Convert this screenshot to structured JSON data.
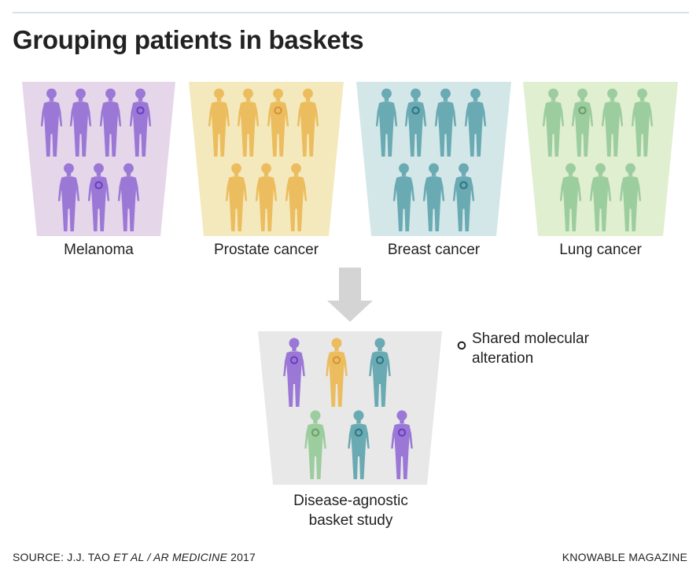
{
  "title": "Grouping patients in baskets",
  "baskets": [
    {
      "label": "Melanoma",
      "fill": "#e5d6ea",
      "person_color": "#9b78d6",
      "marker_color": "#6a3fc2",
      "top_row": 4,
      "bottom_row": 3,
      "marked": [
        3,
        5
      ]
    },
    {
      "label": "Prostate cancer",
      "fill": "#f4e9bd",
      "person_color": "#ecbd5e",
      "marker_color": "#d5933a",
      "top_row": 4,
      "bottom_row": 3,
      "marked": [
        2
      ]
    },
    {
      "label": "Breast cancer",
      "fill": "#d3e7e9",
      "person_color": "#6aaab3",
      "marker_color": "#2f7784",
      "top_row": 4,
      "bottom_row": 3,
      "marked": [
        1,
        6
      ]
    },
    {
      "label": "Lung cancer",
      "fill": "#e0efd0",
      "person_color": "#9ccd9f",
      "marker_color": "#6c9f6a",
      "top_row": 4,
      "bottom_row": 3,
      "marked": [
        1
      ]
    }
  ],
  "result": {
    "label_line1": "Disease-agnostic",
    "label_line2": "basket study",
    "fill": "#e8e8e8",
    "people": [
      {
        "color": "#9b78d6",
        "marker": "#6a3fc2"
      },
      {
        "color": "#ecbd5e",
        "marker": "#d5933a"
      },
      {
        "color": "#6aaab3",
        "marker": "#2f7784"
      },
      {
        "color": "#9ccd9f",
        "marker": "#6c9f6a"
      },
      {
        "color": "#6aaab3",
        "marker": "#2f7784"
      },
      {
        "color": "#9b78d6",
        "marker": "#6a3fc2"
      }
    ]
  },
  "legend": {
    "line1": "Shared molecular",
    "line2": "alteration"
  },
  "arrow_color": "#d4d4d4",
  "source": {
    "prefix": "SOURCE: J.J. TAO ",
    "italic": "ET AL / AR MEDICINE",
    "suffix": " 2017"
  },
  "credit": "KNOWABLE MAGAZINE"
}
